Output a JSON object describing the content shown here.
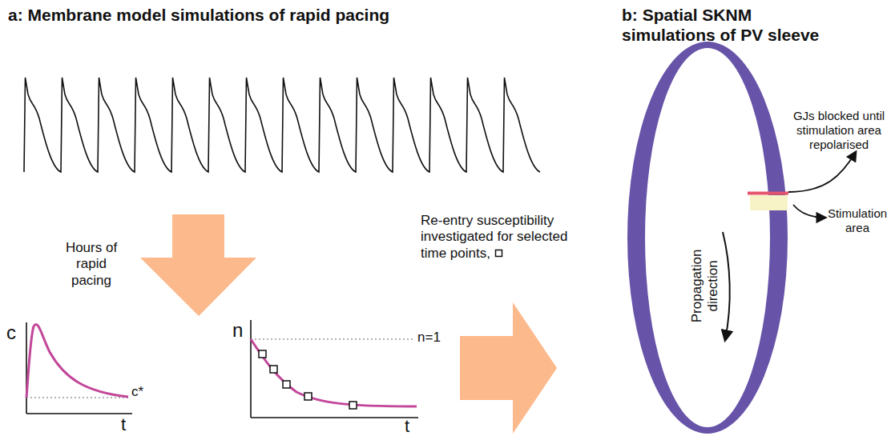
{
  "diagram": {
    "labels": [
      "a: Membrane model simulations of rapid pacing",
      "b: Spatial SKNM simulations of PV sleeve",
      "Hours of rapid pacing",
      "c",
      "c*",
      "t",
      "n",
      "n=1",
      "t",
      "Re-entry susceptibility investigated for selected time points,",
      "GJs blocked until stimulation area repolarised",
      "Stimulation area",
      "Propagation direction"
    ]
  }
}
